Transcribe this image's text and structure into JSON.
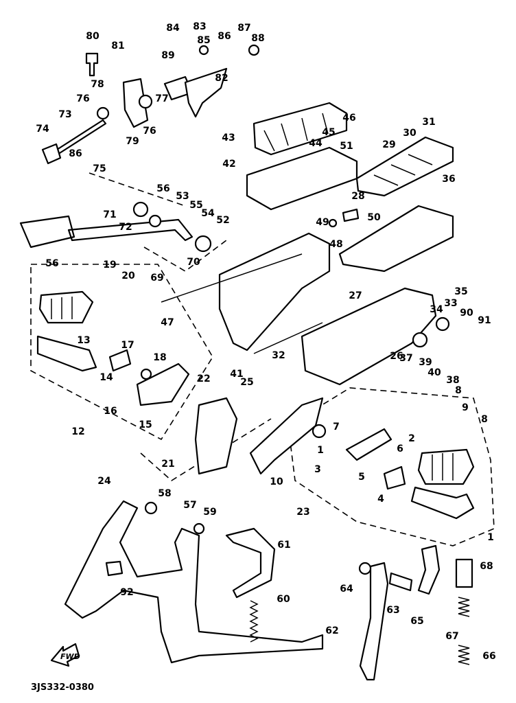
{
  "diagram": {
    "drawing_code": "3JS332-0380",
    "direction_arrow_label": "FWD",
    "callouts": [
      "80",
      "81",
      "84",
      "83",
      "85",
      "86",
      "87",
      "88",
      "89",
      "82",
      "78",
      "76",
      "77",
      "76",
      "79",
      "73",
      "74",
      "86",
      "75",
      "46",
      "45",
      "44",
      "43",
      "31",
      "30",
      "29",
      "51",
      "42",
      "56",
      "53",
      "55",
      "54",
      "52",
      "36",
      "28",
      "71",
      "72",
      "49",
      "50",
      "48",
      "70",
      "69",
      "56",
      "19",
      "20",
      "35",
      "33",
      "27",
      "34",
      "90",
      "91",
      "13",
      "17",
      "18",
      "47",
      "41",
      "32",
      "26",
      "37",
      "39",
      "40",
      "38",
      "14",
      "22",
      "25",
      "16",
      "15",
      "12",
      "8",
      "9",
      "8",
      "2",
      "7",
      "1",
      "6",
      "3",
      "5",
      "4",
      "21",
      "10",
      "24",
      "23",
      "58",
      "57",
      "59",
      "61",
      "68",
      "64",
      "63",
      "65",
      "92",
      "60",
      "67",
      "62",
      "66",
      "1"
    ]
  }
}
